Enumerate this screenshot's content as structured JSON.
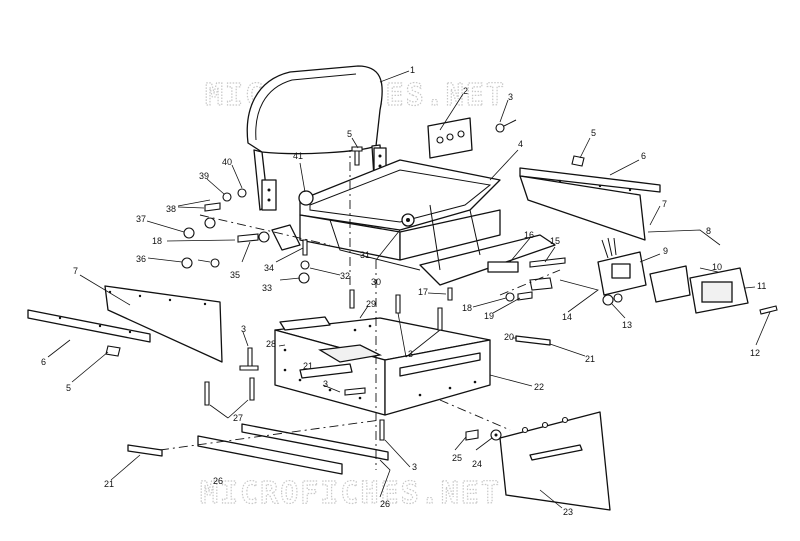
{
  "watermark_top": "MICROFICHES.NET",
  "watermark_bottom": "MICROFICHES.NET",
  "callouts": {
    "c1": "1",
    "c2": "2",
    "c3a": "3",
    "c3b": "3",
    "c3c": "3",
    "c3d": "3",
    "c3e": "3",
    "c4": "4",
    "c5a": "5",
    "c5b": "5",
    "c5c": "5",
    "c6a": "6",
    "c6b": "6",
    "c7a": "7",
    "c7b": "7",
    "c8": "8",
    "c9": "9",
    "c10": "10",
    "c11": "11",
    "c12": "12",
    "c13": "13",
    "c14": "14",
    "c15": "15",
    "c16": "16",
    "c17": "17",
    "c18a": "18",
    "c18b": "18",
    "c19": "19",
    "c20": "20",
    "c21a": "21",
    "c21b": "21",
    "c21c": "21",
    "c22": "22",
    "c23": "23",
    "c24": "24",
    "c25": "25",
    "c26a": "26",
    "c26b": "26",
    "c27": "27",
    "c28": "28",
    "c29": "29",
    "c30": "30",
    "c31": "31",
    "c32": "32",
    "c33": "33",
    "c34": "34",
    "c35": "35",
    "c36": "36",
    "c37": "37",
    "c38": "38",
    "c39": "39",
    "c40": "40",
    "c41": "41"
  }
}
